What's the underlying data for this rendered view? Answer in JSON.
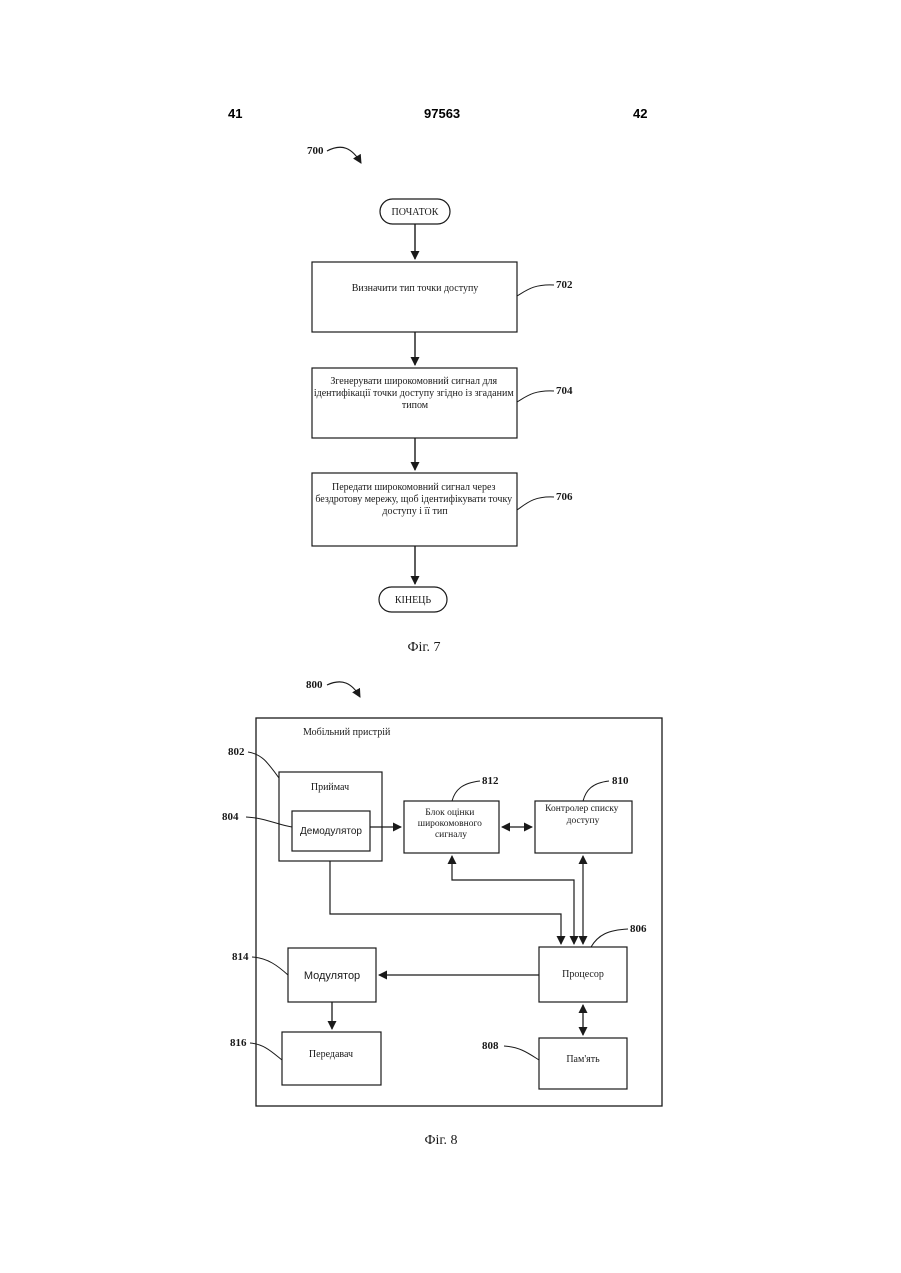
{
  "header": {
    "left_page": "41",
    "patent_number": "97563",
    "right_page": "42"
  },
  "fig7": {
    "ref": "700",
    "start": "ПОЧАТОК",
    "step_702": {
      "ref": "702",
      "lines": [
        "Визначити тип точки доступу"
      ]
    },
    "step_704": {
      "ref": "704",
      "lines": [
        "Згенерувати широкомовний сигнал для",
        "ідентифікації точки доступу згідно із згаданим",
        "типом"
      ]
    },
    "step_706": {
      "ref": "706",
      "lines": [
        "Передати широкомовний сигнал через",
        "бездротову мережу, щоб ідентифікувати точку",
        "доступу і її тип"
      ]
    },
    "end": "КІНЕЦЬ",
    "caption": "Фіг. 7"
  },
  "fig8": {
    "ref": "800",
    "container_label": "Мобільний пристрій",
    "receiver": {
      "ref": "802",
      "label": "Приймач"
    },
    "demodulator": {
      "ref": "804",
      "label": "Демодулятор"
    },
    "broadcast_evaluator": {
      "ref": "812",
      "lines": [
        "Блок оцінки",
        "широкомовного",
        "сигналу"
      ]
    },
    "access_list_controller": {
      "ref": "810",
      "lines": [
        "Контролер списку",
        "доступу"
      ]
    },
    "processor": {
      "ref": "806",
      "label": "Процесор"
    },
    "modulator": {
      "ref": "814",
      "label": "Модулятор"
    },
    "transmitter": {
      "ref": "816",
      "label": "Передавач"
    },
    "memory": {
      "ref": "808",
      "label": "Пам'ять"
    },
    "caption": "Фіг. 8"
  }
}
